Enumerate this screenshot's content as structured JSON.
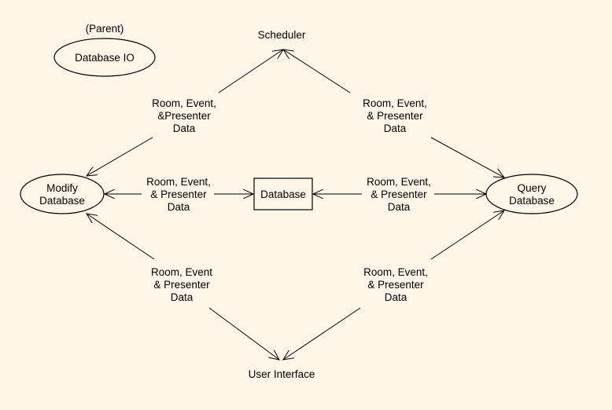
{
  "colors": {
    "background": "#fdf6e8",
    "stroke": "#000000",
    "text": "#000000"
  },
  "parent": {
    "caption": "(Parent)",
    "name": "Database IO"
  },
  "nodes": {
    "scheduler": "Scheduler",
    "user_interface": "User Interface",
    "modify_database": [
      "Modify",
      "Database"
    ],
    "query_database": [
      "Query",
      "Database"
    ],
    "database": "Database"
  },
  "flows": {
    "modify_to_scheduler": [
      "Room, Event,",
      "&Presenter",
      "Data"
    ],
    "query_scheduler": [
      "Room, Event,",
      "& Presenter",
      "Data"
    ],
    "modify_database_store": [
      "Room, Event,",
      "& Presenter",
      "Data"
    ],
    "store_query": [
      "Room, Event,",
      "& Presenter",
      "Data"
    ],
    "ui_modify": [
      "Room, Event",
      "& Presenter",
      "Data"
    ],
    "ui_query": [
      "Room, Event,",
      "& Presenter",
      "Data"
    ]
  }
}
